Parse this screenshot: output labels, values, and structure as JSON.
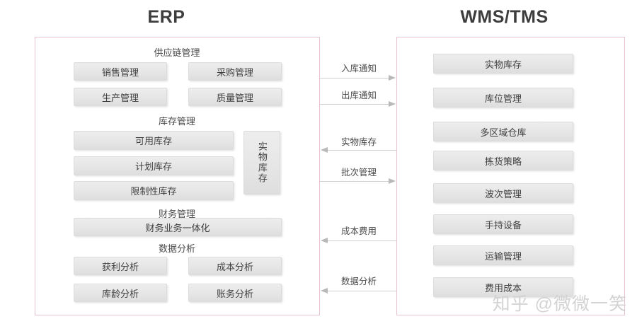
{
  "diagram": {
    "watermark": "知乎 @微微一笑",
    "accent_border_color": "#e9c4cd",
    "chip_fill_color": "#e6e6e6",
    "arrow_color": "#cfcfcf",
    "title_color": "#3d3d3d"
  },
  "left_system": {
    "title": "ERP",
    "groups": [
      {
        "caption": "供应链管理",
        "items": [
          "销售管理",
          "采购管理",
          "生产管理",
          "质量管理"
        ]
      },
      {
        "caption": "库存管理",
        "items": [
          "可用库存",
          "计划库存",
          "限制性库存"
        ],
        "side_item": "实物库存"
      },
      {
        "caption": "财务管理",
        "items": [
          "财务业务一体化"
        ]
      },
      {
        "caption": "数据分析",
        "items": [
          "获利分析",
          "成本分析",
          "库龄分析",
          "账务分析"
        ]
      }
    ]
  },
  "right_system": {
    "title": "WMS/TMS",
    "items": [
      "实物库存",
      "库位管理",
      "多区域仓库",
      "拣货策略",
      "波次管理",
      "手持设备",
      "运输管理",
      "费用成本"
    ]
  },
  "flows": [
    {
      "label": "入库通知",
      "direction": "to-right"
    },
    {
      "label": "出库通知",
      "direction": "to-right"
    },
    {
      "label": "实物库存",
      "direction": "to-left"
    },
    {
      "label": "批次管理",
      "direction": "to-right"
    },
    {
      "label": "成本费用",
      "direction": "to-left"
    },
    {
      "label": "数据分析",
      "direction": "to-left"
    }
  ]
}
